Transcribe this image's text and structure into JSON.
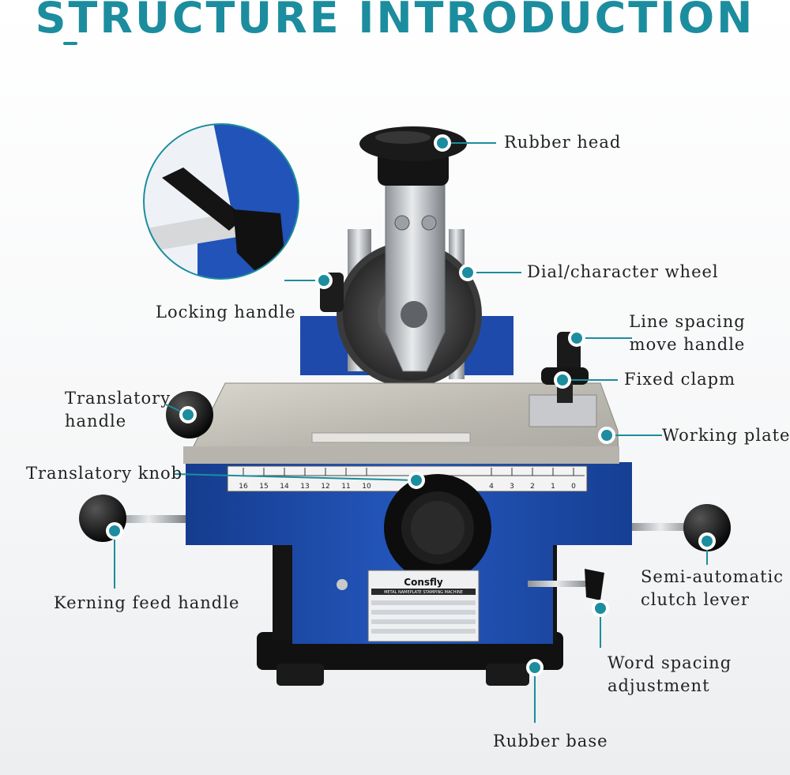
{
  "title": "STRUCTURE INTRODUCTION",
  "colors": {
    "accent": "#1c8d9e",
    "machine_blue": "#1d49a6",
    "line": "#1c8d9e"
  },
  "nameplate": {
    "brand": "Consfly",
    "subtitle": "METAL NAMEPLATE STAMPING MACHINE"
  },
  "scale": {
    "left_ticks": [
      "16",
      "15",
      "14",
      "13",
      "12",
      "11",
      "10"
    ],
    "right_ticks": [
      "4",
      "3",
      "2",
      "1",
      "0"
    ]
  },
  "labels": {
    "rubber_head": "Rubber head",
    "dial_wheel": "Dial/character wheel",
    "locking_handle": "Locking handle",
    "line_spacing_1": "Line spacing",
    "line_spacing_2": "move handle",
    "fixed_clamp": "Fixed clapm",
    "translatory_handle_1": "Translatory",
    "translatory_handle_2": "handle",
    "working_plate": "Working plate",
    "translatory_knob": "Translatory knob",
    "kerning_feed": "Kerning feed handle",
    "clutch_1": "Semi-automatic",
    "clutch_2": "clutch lever",
    "word_spacing_1": "Word spacing",
    "word_spacing_2": "adjustment",
    "rubber_base": "Rubber base"
  }
}
